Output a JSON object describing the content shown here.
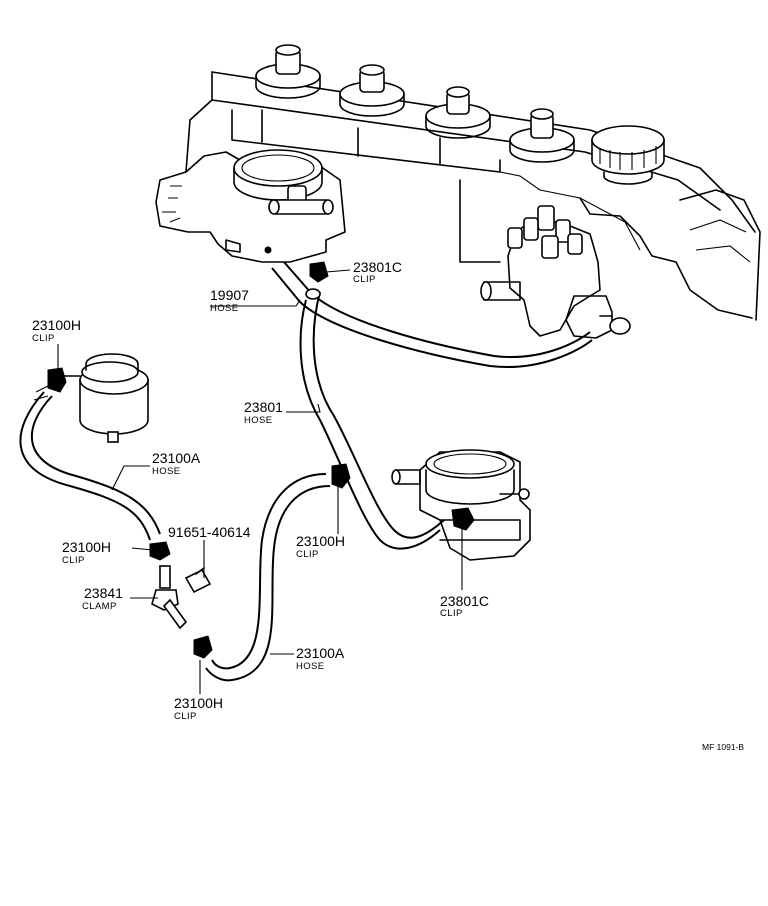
{
  "labels": {
    "clip_23801c_top": {
      "part": "23801C",
      "name": "CLIP"
    },
    "hose_19907": {
      "part": "19907",
      "name": "HOSE"
    },
    "clip_23100h_left": {
      "part": "23100H",
      "name": "CLIP"
    },
    "hose_23801": {
      "part": "23801",
      "name": "HOSE"
    },
    "hose_23100a_upper": {
      "part": "23100A",
      "name": "HOSE"
    },
    "clip_23100h_mid": {
      "part": "23100H",
      "name": "CLIP"
    },
    "part_91651": {
      "part": "91651-40614",
      "name": ""
    },
    "clip_23100h_right": {
      "part": "23100H",
      "name": "CLIP"
    },
    "clamp_23841": {
      "part": "23841",
      "name": "CLAMP"
    },
    "clip_23801c_pump": {
      "part": "23801C",
      "name": "CLIP"
    },
    "hose_23100a_lower": {
      "part": "23100A",
      "name": "HOSE"
    },
    "clip_23100h_bottom": {
      "part": "23100H",
      "name": "CLIP"
    }
  },
  "diagram_code": "MF 1091-B"
}
